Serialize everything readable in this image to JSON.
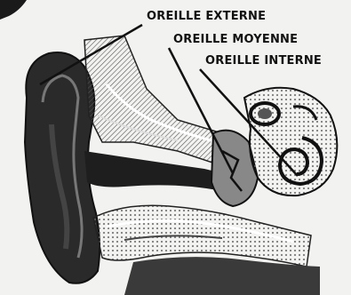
{
  "labels": {
    "outer_ear": "OREILLE EXTERNE",
    "middle_ear": "OREILLE MOYENNE",
    "inner_ear": "OREILLE INTERNE"
  },
  "colors": {
    "background": "#f2f2f0",
    "ink": "#111111"
  }
}
